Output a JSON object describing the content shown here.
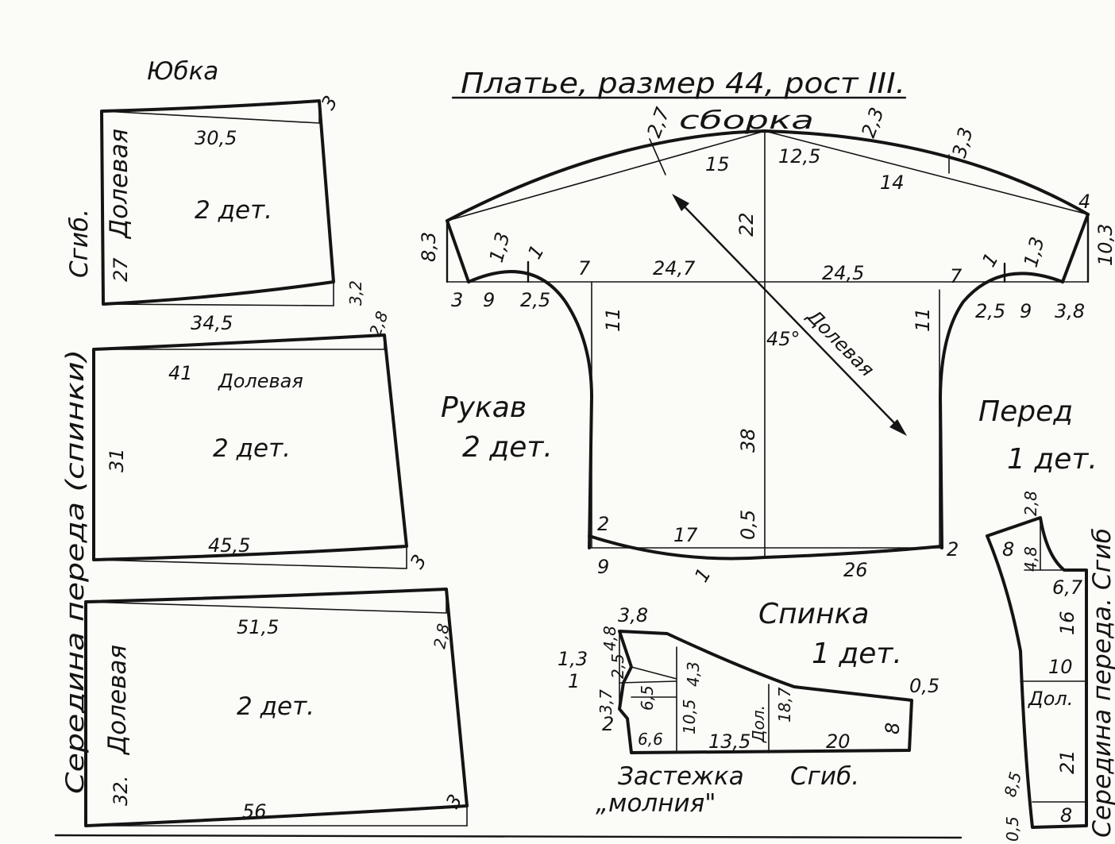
{
  "title": "Платье, размер 44, рост III.",
  "skirt": {
    "title": "Юбка",
    "top_panel": {
      "grain_label": "Долевая",
      "fold_label": "Сгиб.",
      "pieces": "2 дет.",
      "side": "27",
      "top_width": "30,5",
      "bottom_width": "34,5",
      "top_rise": "3",
      "bottom_rise": "3,2",
      "bottom_offset": "2,8"
    },
    "mid_panel": {
      "grain_label": "Долевая",
      "side_caption": "Середина переда (спинки)",
      "pieces": "2 дет.",
      "side": "31",
      "top_width": "41",
      "bottom_width": "45,5",
      "bottom_rise": "3"
    },
    "bottom_panel": {
      "grain_label": "Долевая",
      "pieces": "2 дет.",
      "side": "32.",
      "top_width": "51,5",
      "bottom_width": "56",
      "top_offset": "2,8",
      "bottom_rise": "3"
    }
  },
  "sleeve": {
    "label": "Рукав",
    "pieces": "2 дет.",
    "gather_label": "сборка",
    "grain_label": "Долевая",
    "angle": "45°",
    "measures": {
      "cap_left": "2,7",
      "cap_right": "2,3",
      "cap_far_right": "3,3",
      "left_diag": "15",
      "right_diag": "12,5",
      "right_diag2": "14",
      "center_height": "22",
      "left_edge": "8,3",
      "right_edge": "10,3",
      "left_curve": "1,3",
      "right_curve": "1,3",
      "left_notch": "1",
      "right_notch": "1",
      "left_seg": "7",
      "left_width": "24,7",
      "right_width": "24,5",
      "right_seg": "7",
      "right_corner": "4",
      "left_b1": "3",
      "left_b2": "9",
      "left_b3": "2,5",
      "right_b1": "2,5",
      "right_b2": "9",
      "right_b3": "3,8",
      "left_side": "11",
      "right_side": "11",
      "center_len": "38",
      "hem_left": "2",
      "hem_mid": "17",
      "hem_rise": "0,5",
      "hem_right": "2",
      "hem_left_w": "9",
      "hem_mid_mark": "1",
      "hem_right_w": "26"
    }
  },
  "back": {
    "label": "Спинка",
    "pieces": "1 дет.",
    "fold_label": "Сгиб.",
    "zipper_label": "Застежка",
    "zipper_word": "„молния\"",
    "grain_label": "Дол.",
    "measures": {
      "top": "3,8",
      "v48": "4,8",
      "v25": "2,5",
      "v13": "1,3",
      "v1": "1",
      "v37": "3,7",
      "v2": "2",
      "v65": "6,5",
      "v43": "4,3",
      "v105": "10,5",
      "v66": "6,6",
      "v135": "13,5",
      "v187": "18,7",
      "v20": "20",
      "v8": "8",
      "v05": "0,5"
    }
  },
  "front": {
    "label": "Перед",
    "pieces": "1 дет.",
    "center_caption": "Середина переда. Сгиб",
    "grain_label": "Дол.",
    "measures": {
      "top": "2,8",
      "v8": "8",
      "v48": "4,8",
      "v67": "6,7",
      "v16": "16",
      "v10": "10",
      "v21": "21",
      "v8b": "8",
      "v05": "0,5",
      "v85": "8,5"
    }
  }
}
